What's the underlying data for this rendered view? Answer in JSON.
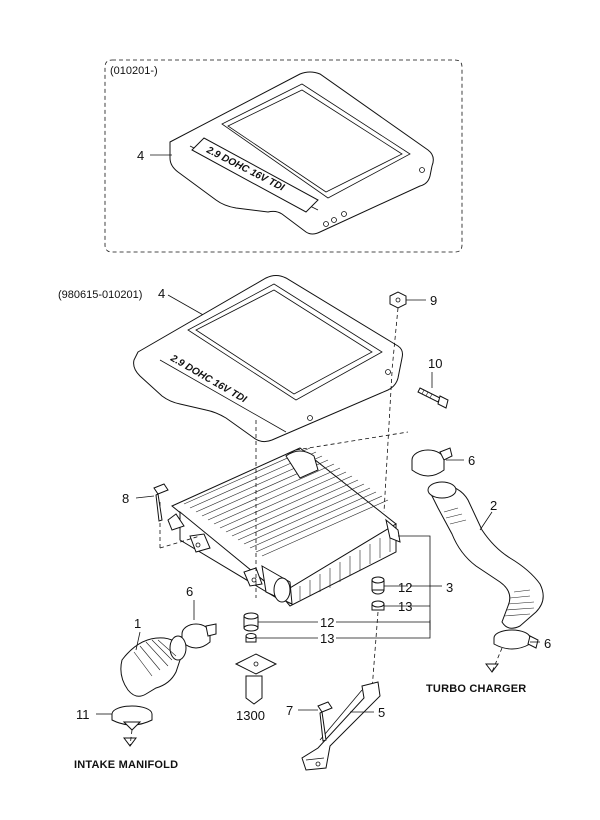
{
  "variant_top": "(010201-)",
  "variant_bottom": "(980615-010201)",
  "cover_emblem": "2.9 DOHC 16V TDI",
  "callouts": {
    "c1": "1",
    "c2": "2",
    "c3": "3",
    "c4_top": "4",
    "c4_bottom": "4",
    "c5": "5",
    "c6_a": "6",
    "c6_b": "6",
    "c6_c": "6",
    "c7": "7",
    "c8": "8",
    "c9": "9",
    "c10": "10",
    "c11": "11",
    "c12_a": "12",
    "c12_b": "12",
    "c13_a": "13",
    "c13_b": "13",
    "c1300": "1300"
  },
  "destinations": {
    "turbo": "TURBO CHARGER",
    "intake": "INTAKE MANIFOLD"
  }
}
